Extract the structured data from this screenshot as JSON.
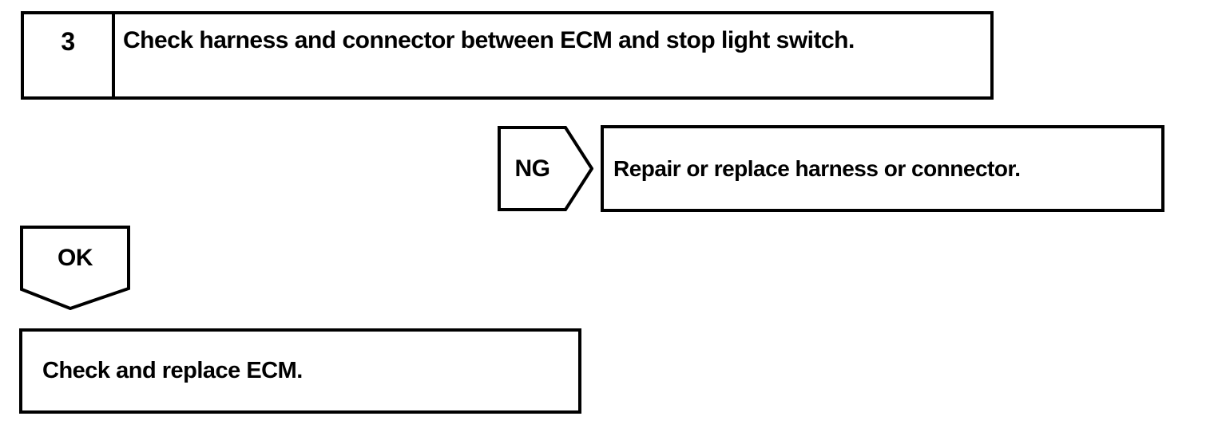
{
  "page": {
    "background_color": "#ffffff",
    "line_color": "#000000"
  },
  "flowchart": {
    "step_box": {
      "number": "3",
      "instruction": "Check harness and connector between ECM and stop light switch."
    },
    "ng_branch": {
      "connector_label": "NG",
      "action": "Repair or replace harness or connector."
    },
    "ok_branch": {
      "connector_label": "OK",
      "action": "Check and replace ECM."
    }
  }
}
